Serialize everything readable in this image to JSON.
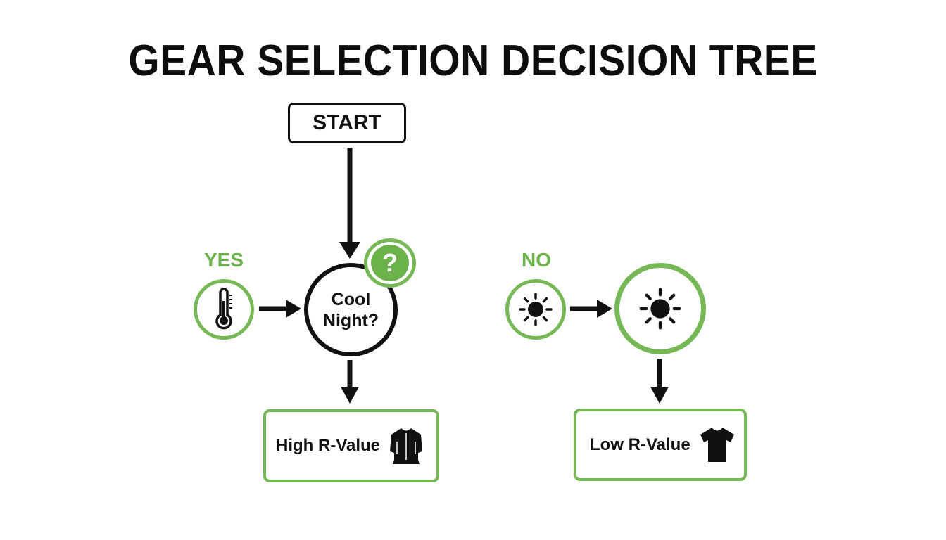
{
  "title": "GEAR SELECTION DECISION TREE",
  "start": {
    "label": "START"
  },
  "decision": {
    "line1": "Cool",
    "line2": "Night?",
    "badge": "?"
  },
  "branches": {
    "yes": {
      "label": "YES",
      "icon": "thermometer-icon",
      "result": {
        "label": "High R-Value",
        "icon": "jacket-icon"
      }
    },
    "no": {
      "label": "NO",
      "icon": "sun-icon",
      "result": {
        "label": "Low R-Value",
        "icon": "tshirt-icon"
      }
    }
  },
  "colors": {
    "accent": "#6cb24a",
    "ink": "#111111",
    "background": "#ffffff"
  }
}
